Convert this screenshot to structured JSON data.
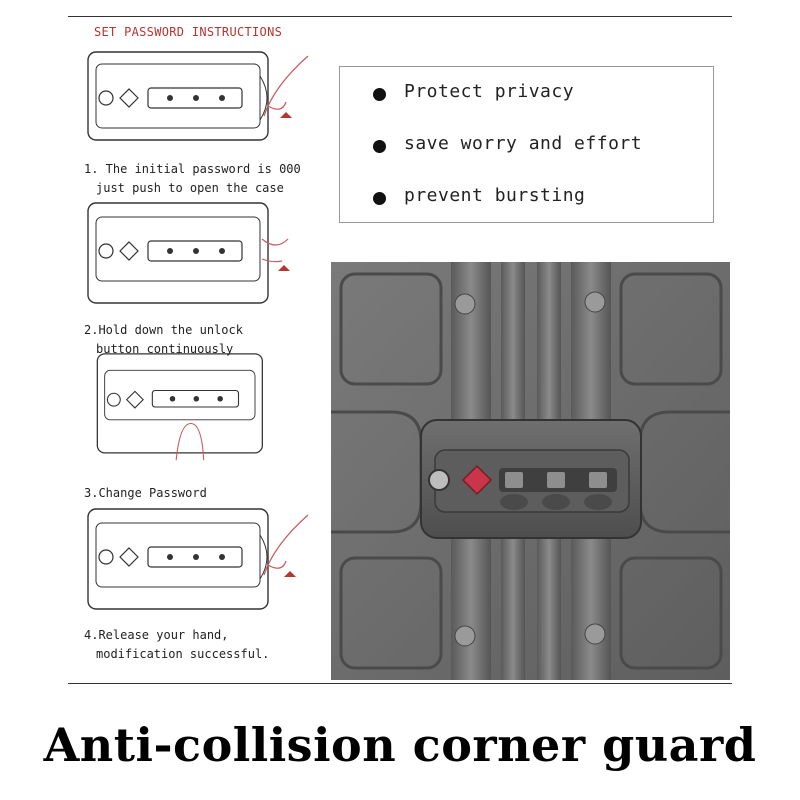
{
  "instructions": {
    "title": "SET PASSWORD INSTRUCTIONS",
    "steps": [
      {
        "line1": "1. The initial password is 000",
        "line2": "just push to open the case"
      },
      {
        "line1": "2.Hold down the unlock",
        "line2": "button continuously"
      },
      {
        "line1": "3.Change Password",
        "line2": ""
      },
      {
        "line1": "4.Release your hand,",
        "line2": "modification successful."
      }
    ]
  },
  "benefits": [
    "Protect privacy",
    "save worry and effort",
    "prevent bursting"
  ],
  "caption": "Anti-collision corner guard",
  "colors": {
    "instruction_red": "#b5352f",
    "photo_metal": "#6d6d6d",
    "lock_button_red": "#c9364a"
  }
}
